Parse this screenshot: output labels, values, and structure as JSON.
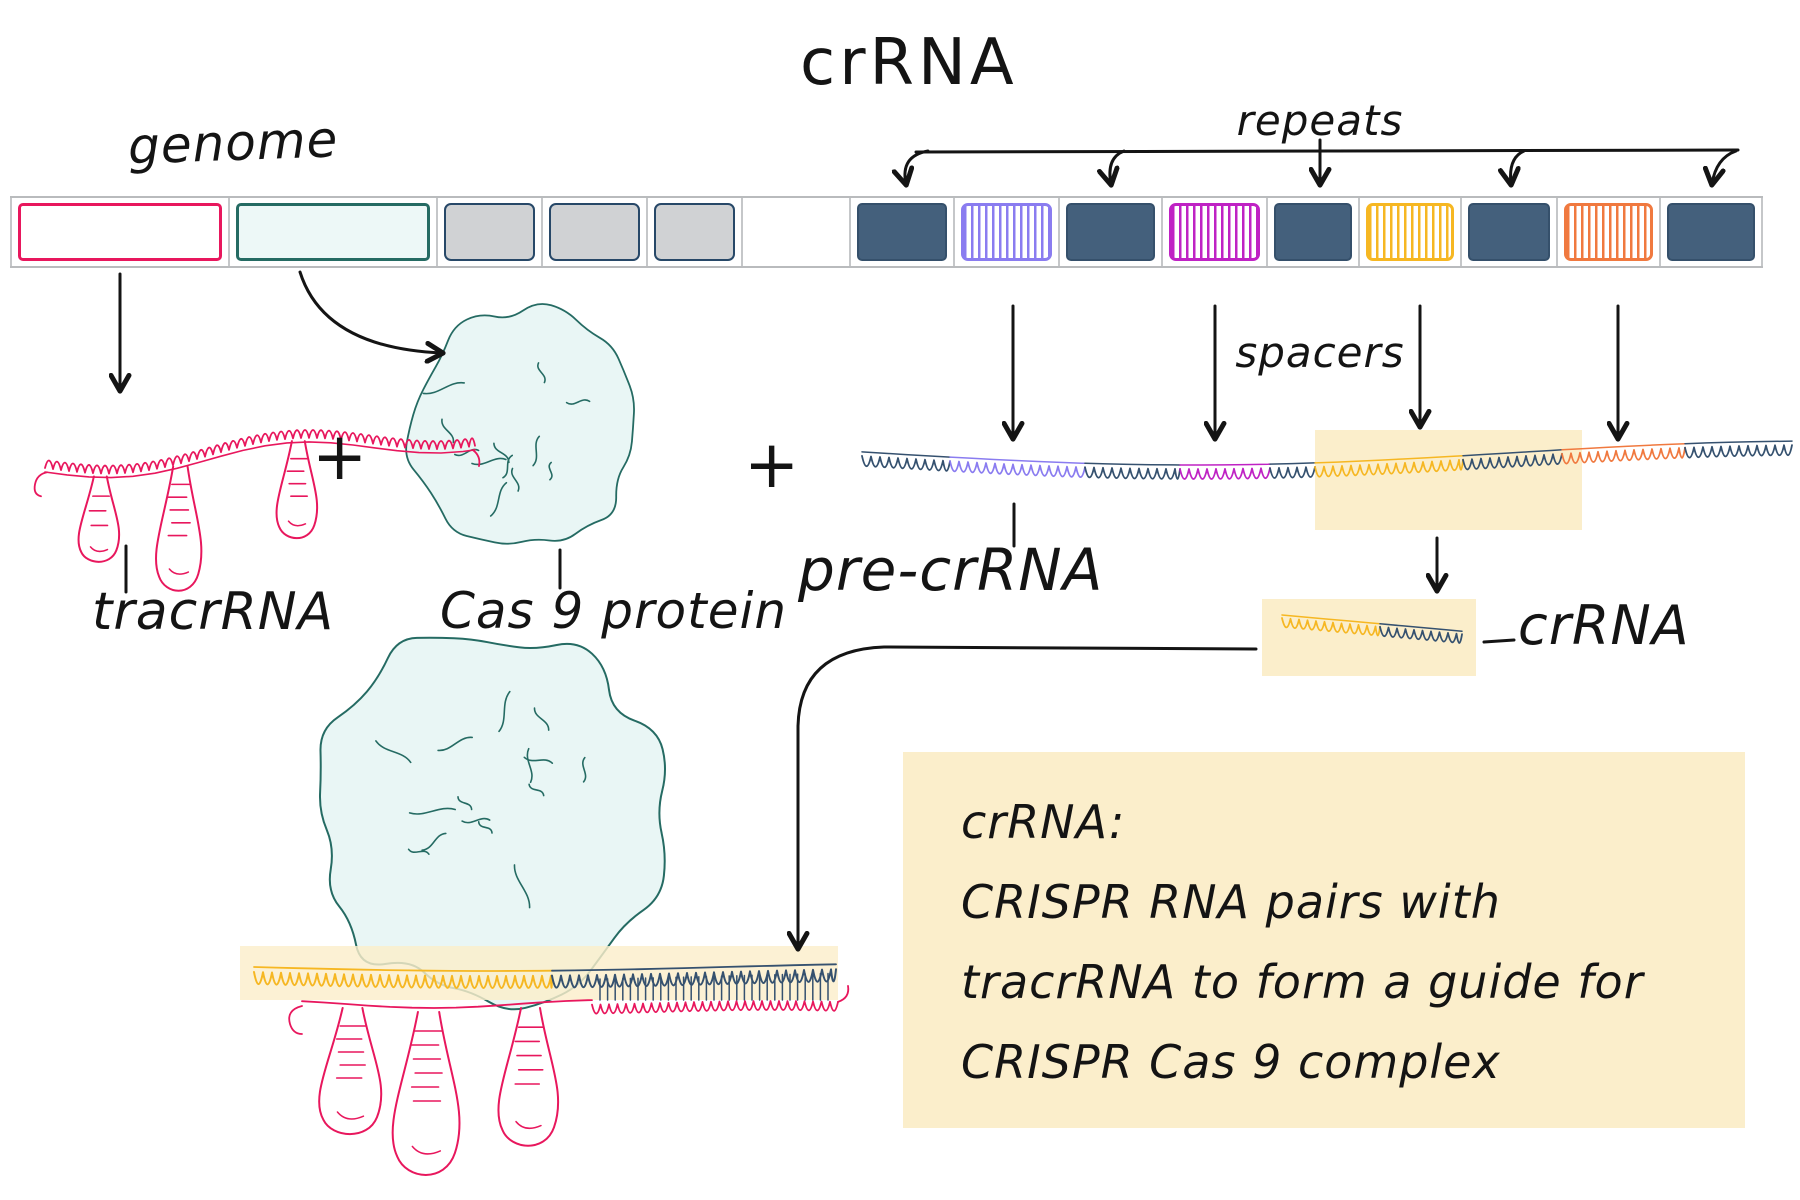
{
  "title": "crRNA",
  "labels": {
    "genome": "genome",
    "repeats": "repeats",
    "spacers": "spacers",
    "tracrrna": "tracrRNA",
    "cas9_protein": "Cas 9 protein",
    "pre_crrna": "pre-crRNA",
    "crrna": "crRNA",
    "plus": "+"
  },
  "info_box": {
    "lines": [
      "crRNA:",
      "CRISPR RNA pairs with",
      "tracrRNA to form a guide for",
      "CRISPR Cas 9 complex"
    ]
  },
  "genome_bar": {
    "segments": [
      {
        "name": "tracrRNA-gene",
        "style": "outline-pink"
      },
      {
        "name": "cas9-gene",
        "style": "fill-teal"
      },
      {
        "name": "other-gene-1",
        "style": "fill-gray"
      },
      {
        "name": "other-gene-2",
        "style": "fill-gray"
      },
      {
        "name": "other-gene-3",
        "style": "fill-gray"
      },
      {
        "name": "gap",
        "style": "empty"
      },
      {
        "name": "repeat-1",
        "style": "solid-navy"
      },
      {
        "name": "spacer-1",
        "style": "striped-purple"
      },
      {
        "name": "repeat-2",
        "style": "solid-navy"
      },
      {
        "name": "spacer-2",
        "style": "striped-magenta"
      },
      {
        "name": "repeat-3",
        "style": "solid-navy"
      },
      {
        "name": "spacer-3",
        "style": "striped-yellow"
      },
      {
        "name": "repeat-4",
        "style": "solid-navy"
      },
      {
        "name": "spacer-4",
        "style": "striped-orange"
      },
      {
        "name": "repeat-5",
        "style": "solid-navy"
      }
    ]
  },
  "colors": {
    "pink": "#e8175d",
    "teal": "#256b63",
    "teal_fill": "#e9f6f5",
    "navy": "#44607c",
    "navy_strand": "#35516f",
    "purple": "#8a7cf0",
    "magenta": "#bf22c4",
    "yellow": "#f6b722",
    "orange": "#f0793f",
    "gray_fill": "#d0d2d4",
    "gray_border": "#274868",
    "highlight": "#fbeecb",
    "ink": "#141414"
  }
}
